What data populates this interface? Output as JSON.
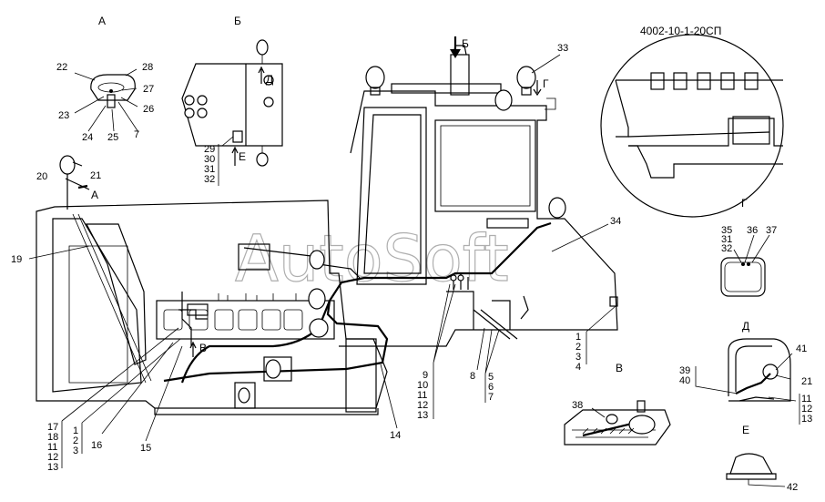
{
  "drawing_code": "4002-10-1-20СП",
  "watermark": "AutoSoft",
  "views": {
    "a": "А",
    "b": "Б",
    "v": "В",
    "g": "Г",
    "d": "Д",
    "e": "Е"
  },
  "view_markers": {
    "a_arrow": "А",
    "b_arrow": "Б",
    "g_arrow": "Г",
    "d_arrow": "Д",
    "e_arrow": "Е",
    "v_arrow": "В"
  },
  "callouts": {
    "c1": "1",
    "c2": "2",
    "c3": "3",
    "c4": "4",
    "c5": "5",
    "c6": "6",
    "c7": "7",
    "c7b": "7",
    "c8": "8",
    "c9": "9",
    "c10": "10",
    "c11": "11",
    "c12": "12",
    "c13": "13",
    "c14": "14",
    "c15": "15",
    "c16": "16",
    "c17": "17",
    "c18": "18",
    "c19": "19",
    "c20": "20",
    "c21": "21",
    "c21b": "21",
    "c22": "22",
    "c23": "23",
    "c24": "24",
    "c25": "25",
    "c26": "26",
    "c27": "27",
    "c28": "28",
    "c29": "29",
    "c30": "30",
    "c31": "31",
    "c31b": "31",
    "c32": "32",
    "c32b": "32",
    "c33": "33",
    "c34": "34",
    "c35": "35",
    "c36": "36",
    "c37": "37",
    "c38": "38",
    "c39": "39",
    "c40": "40",
    "c41": "41",
    "c42": "42",
    "s1_2": "2",
    "s1_3": "3",
    "s1_4": "4",
    "s2_10": "10",
    "s2_11": "11",
    "s2_12": "12",
    "s2_13": "13",
    "s3_6": "6",
    "s3_7": "7",
    "s4_18": "18",
    "s4_11": "11",
    "s4_12": "12",
    "s4_13": "13",
    "s5_2": "2",
    "s5_3": "3",
    "s6_12": "12",
    "s6_13": "13"
  }
}
